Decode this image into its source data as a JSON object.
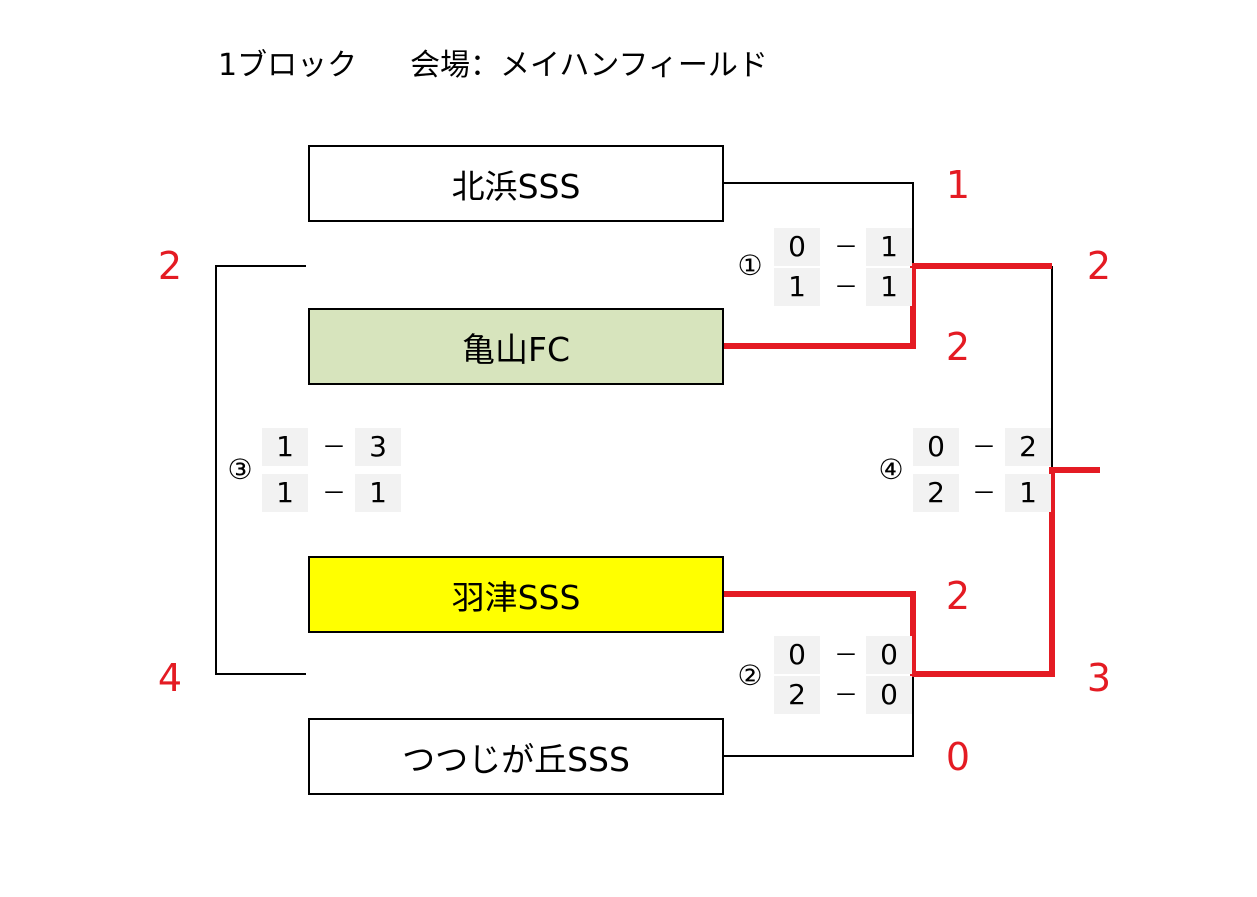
{
  "title": {
    "block": "1ブロック",
    "venue": "会場：メイハンフィールド"
  },
  "colors": {
    "line": "#000000",
    "winner_line": "#e41b23",
    "score_text": "#e41b23",
    "kameyama_fill": "#d7e4bd",
    "hazu_fill": "#ffff00",
    "default_fill": "#ffffff",
    "cell_bg": "#f2f2f2"
  },
  "teams": [
    {
      "name": "北浜SSS"
    },
    {
      "name": "亀山FC"
    },
    {
      "name": "羽津SSS"
    },
    {
      "name": "つつじが丘SSS"
    }
  ],
  "scores": {
    "kitahama": "1",
    "kameyama": "2",
    "hazu": "2",
    "tsutsujigaoka": "0",
    "match3_top": "2",
    "match3_bottom": "4",
    "match4_top": "2",
    "match4_bottom": "3"
  },
  "matches": [
    {
      "number": "①",
      "rows": [
        [
          "0",
          "－",
          "1"
        ],
        [
          "1",
          "－",
          "1"
        ]
      ]
    },
    {
      "number": "②",
      "rows": [
        [
          "0",
          "－",
          "0"
        ],
        [
          "2",
          "－",
          "0"
        ]
      ]
    },
    {
      "number": "③",
      "rows": [
        [
          "1",
          "－",
          "3"
        ],
        [
          "1",
          "－",
          "1"
        ]
      ]
    },
    {
      "number": "④",
      "rows": [
        [
          "0",
          "－",
          "2"
        ],
        [
          "2",
          "－",
          "1"
        ]
      ]
    }
  ]
}
